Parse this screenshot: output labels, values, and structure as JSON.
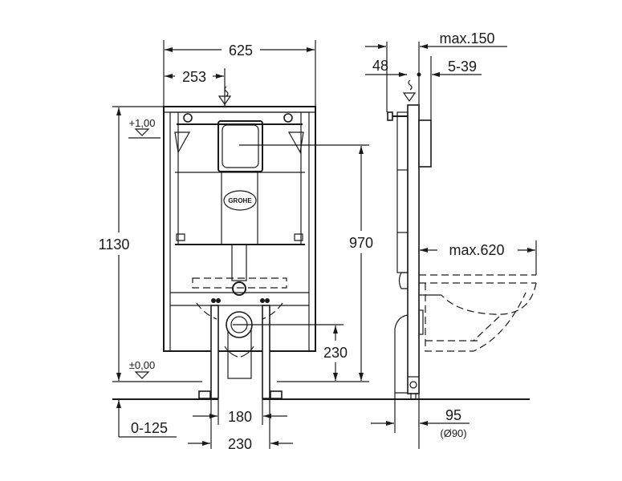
{
  "drawing": {
    "brand": "GROHE",
    "front_view": {
      "width": "625",
      "flush_offset": "253",
      "total_height": "1130",
      "flush_height": "970",
      "outlet_height": "230",
      "leg_inner": "180",
      "leg_outer": "230",
      "floor_adjust": "0-125",
      "level_top": "+1,00",
      "level_floor": "±0,00"
    },
    "side_view": {
      "max_depth": "max.150",
      "rear_depth": "48",
      "wall_range": "5-39",
      "bowl_projection": "max.620",
      "pipe_offset": "95",
      "pipe_diameter": "(Ø90)"
    }
  }
}
